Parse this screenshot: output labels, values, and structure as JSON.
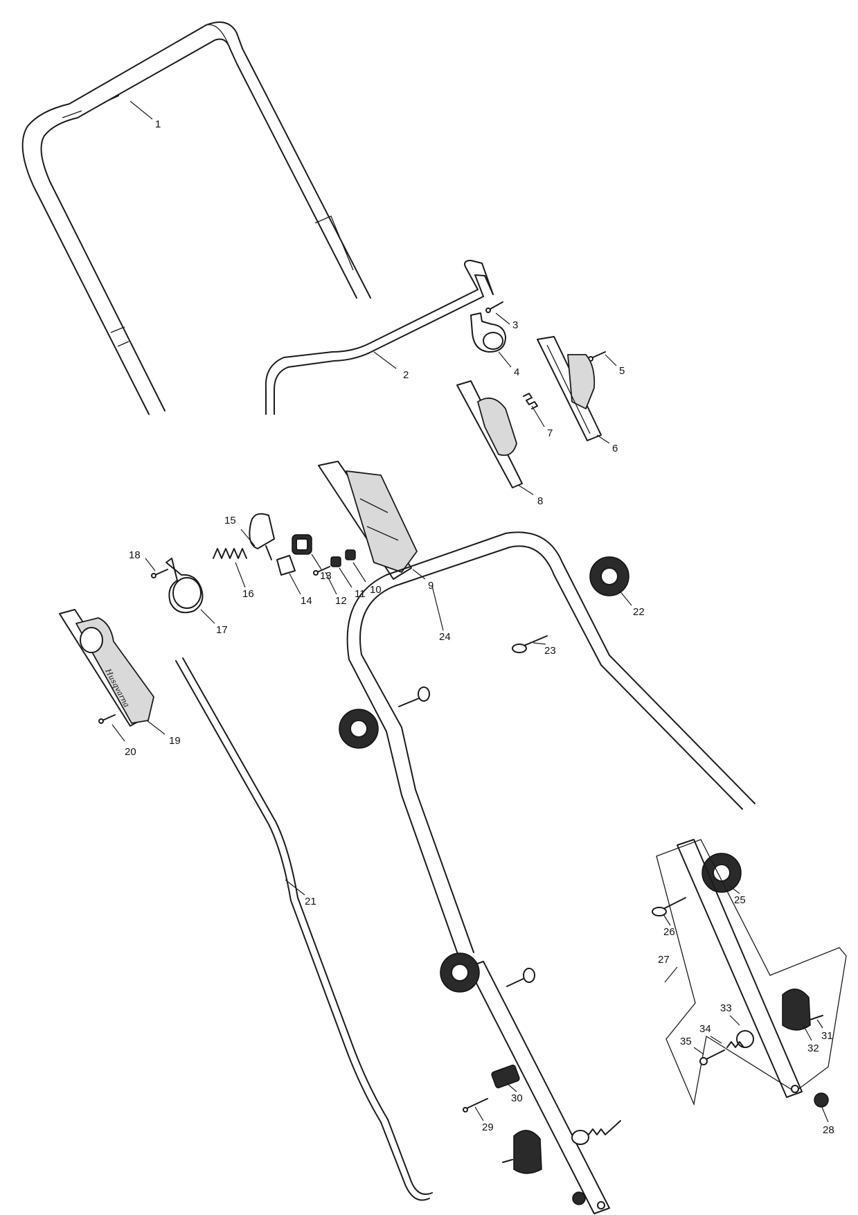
{
  "callouts": [
    "1",
    "2",
    "3",
    "4",
    "5",
    "6",
    "7",
    "8",
    "9",
    "10",
    "11",
    "12",
    "13",
    "14",
    "15",
    "16",
    "17",
    "18",
    "19",
    "20",
    "21",
    "22",
    "23",
    "24",
    "25",
    "26",
    "27",
    "28",
    "29",
    "30",
    "31",
    "32",
    "33",
    "34",
    "35"
  ],
  "logo_text": "Husqvarna"
}
